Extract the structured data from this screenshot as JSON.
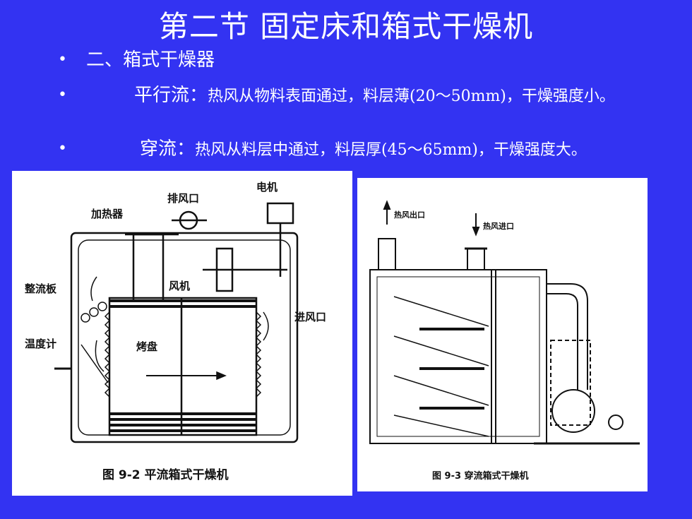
{
  "title": "第二节  固定床和箱式干燥机",
  "bullets": [
    {
      "marker": "•",
      "text": "二、箱式干燥器"
    },
    {
      "marker": "•",
      "head": "平行流：",
      "body": "热风从物料表面通过，料层薄(20～50mm)，干燥强度小。"
    },
    {
      "marker": "•",
      "head": "穿流：",
      "body": "热风从料层中通过，料层厚(45～65mm)，干燥强度大。"
    }
  ],
  "fig1": {
    "labels": {
      "exhaust": "排风口",
      "motor": "电机",
      "heater": "加热器",
      "fan": "风机",
      "baffle": "整流板",
      "inlet": "进风口",
      "thermo": "温度计",
      "tray": "烤盘"
    },
    "caption": "图 9-2   平流箱式干燥机"
  },
  "fig2": {
    "labels": {
      "hot_out": "热风出口",
      "hot_in": "热风进口"
    },
    "caption": "图 9-3   穿流箱式干燥机"
  }
}
